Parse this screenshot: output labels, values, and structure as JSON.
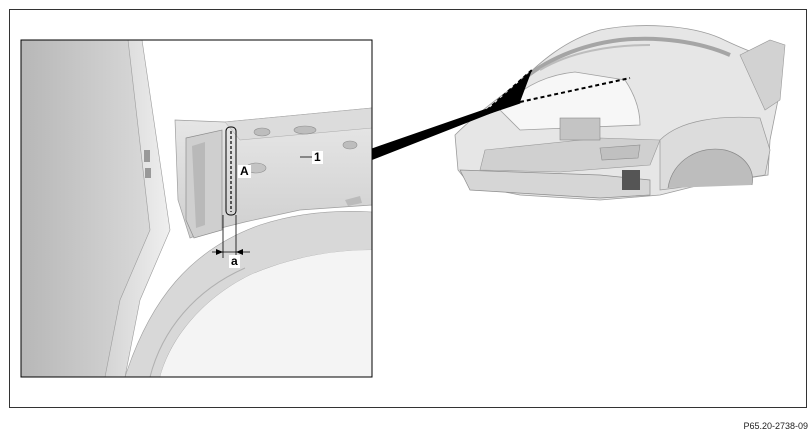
{
  "callouts": {
    "part_1": "1",
    "view_A": "A",
    "dimension_a": "a"
  },
  "figure_id": "P65.20-2738-09",
  "colors": {
    "panel_light": "#e4e4e4",
    "panel_mid": "#c8c8c8",
    "panel_dark": "#a9a9a9",
    "leader": "#000000"
  }
}
